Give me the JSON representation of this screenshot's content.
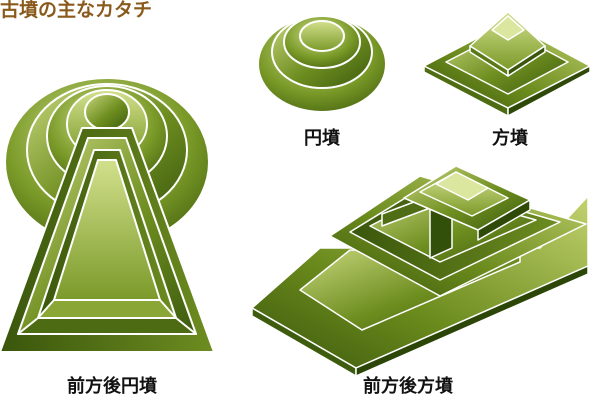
{
  "title": "古墳の主なカタチ",
  "labels": {
    "enpun": "円墳",
    "hofun": "方墳",
    "zenpo_koen": "前方後円墳",
    "zenpo_koho": "前方後方墳"
  },
  "colors": {
    "title": "#8a5a1c",
    "green_dark": "#3f5f0f",
    "green_mid": "#6b8a1f",
    "green_light": "#b9cc6a",
    "outline": "#ffffff"
  },
  "icons": [
    "round-mound-icon",
    "square-mound-icon",
    "keyhole-mound-icon",
    "front-square-back-square-mound-icon"
  ]
}
